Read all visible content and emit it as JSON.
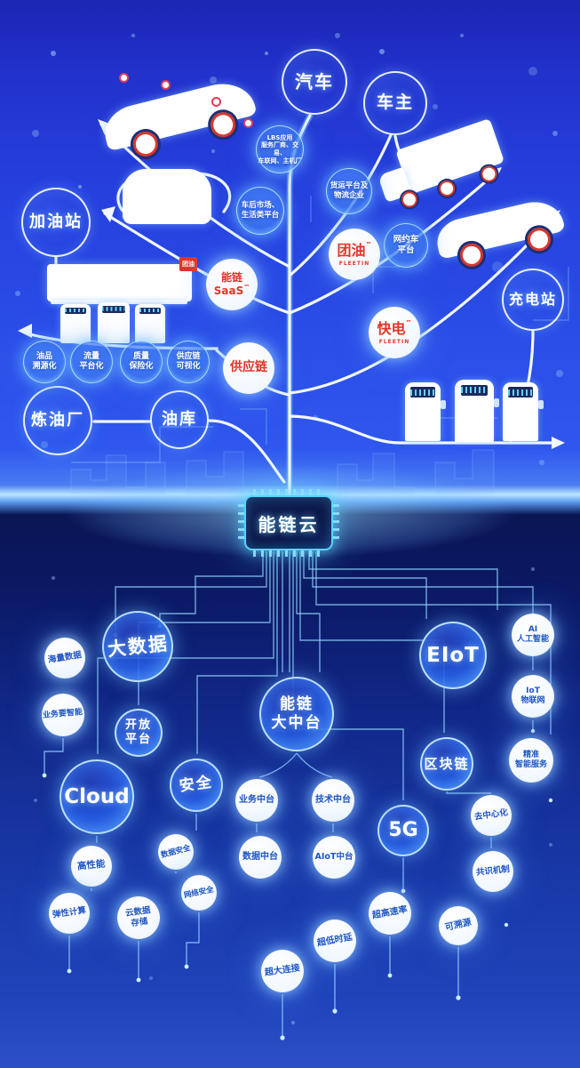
{
  "chip": {
    "label": "能链云"
  },
  "top": {
    "categories": {
      "automobile": "汽车",
      "car_owner": "车主",
      "gas_station": "加油站",
      "charging_station": "充电站",
      "refinery": "炼油厂",
      "oil_depot": "油库"
    },
    "bubbles": {
      "lbs": "LBS应用\n服务厂商、交易、\n车联网、主机厂",
      "aftermarket": "车后市场、\n生活类平台",
      "freight": "货运平台及\n物流企业",
      "ride_hailing": "网约车\n平台",
      "oil_trace": "油品\n溯源化",
      "traffic": "流量\n平台化",
      "quality": "质量\n保险化",
      "supply_chain_visibility": "供应链\n可视化"
    },
    "brands": {
      "saas": {
        "label": "能链SaaS",
        "tm": "™"
      },
      "tuanyou": {
        "label": "团油",
        "tm": "™",
        "sub": "FLEETIN"
      },
      "kuaidian": {
        "label": "快电",
        "tm": "™",
        "sub": "FLEETIN"
      },
      "supply_chain": {
        "label": "供应链"
      }
    },
    "billboard_badge": "团油"
  },
  "bottom": {
    "majors": {
      "big_data": "大数据",
      "open_platform": "开放\n平台",
      "cloud": "Cloud",
      "security": "安全",
      "middle_platform": "能链\n大中台",
      "eiot": "EIoT",
      "blockchain": "区块链",
      "five_g": "5G"
    },
    "nodes": {
      "massive_data": "海量数据",
      "smarter_business": "业务要智能",
      "ai": "AI\n人工智能",
      "iot": "IoT\n物联网",
      "precise_service": "精准\n智能服务",
      "decentralization": "去中心化",
      "business_mp": "业务中台",
      "tech_mp": "技术中台",
      "data_mp": "数据中台",
      "aiot_mp": "AIoT中台",
      "consensus": "共识机制",
      "high_performance": "高性能",
      "data_security": "数据安全",
      "network_security": "网络安全",
      "elastic_computing": "弹性计算",
      "cloud_storage": "云数据\n存储",
      "high_speed": "超高速率",
      "traceable": "可溯源",
      "low_latency": "超低时延",
      "massive_connection": "超大连接"
    }
  },
  "colors": {
    "background_top": "#2a4ce6",
    "background_dark": "#0a1554",
    "band": "#bce6ff",
    "brand_red": "#e23428",
    "node_text_blue": "#1d55c4",
    "trace_cyan": "#8fd8ff"
  }
}
